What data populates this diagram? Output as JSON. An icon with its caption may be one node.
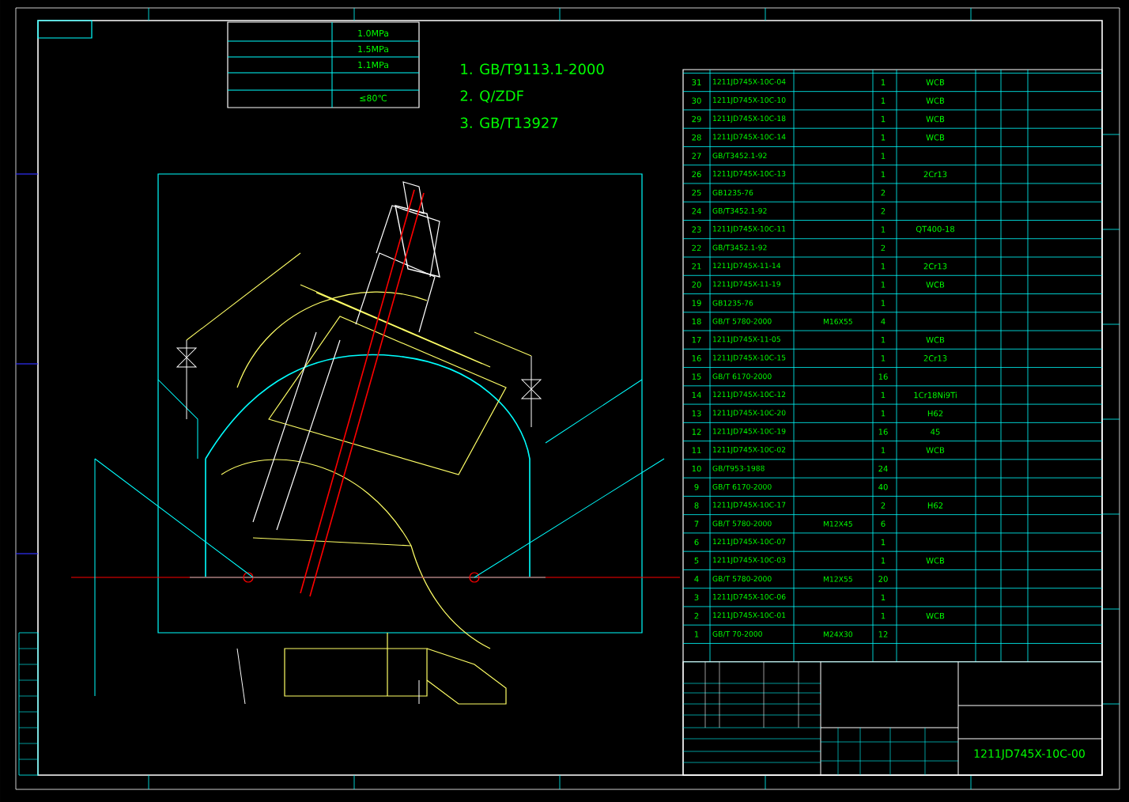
{
  "diagram": {
    "labels": [
      "1.0MPa",
      "1.5MPa",
      "1.1MPa",
      "≤80℃",
      "1. GB/T9113.1-2000",
      "2. Q/ZDF",
      "3. GB/T13927",
      "31",
      "1211JD745X-10C-04",
      "1",
      "WCB",
      "30",
      "1211JD745X-10C-10",
      "1",
      "WCB",
      "29",
      "1211JD745X-10C-18",
      "1",
      "WCB",
      "28",
      "1211JD745X-10C-14",
      "1",
      "WCB",
      "27",
      "GB/T3452.1-92",
      "1",
      "26",
      "1211JD745X-10C-13",
      "1",
      "2Cr13",
      "25",
      "GB1235-76",
      "2",
      "24",
      "GB/T3452.1-92",
      "2",
      "23",
      "1211JD745X-10C-11",
      "1",
      "QT400-18",
      "22",
      "GB/T3452.1-92",
      "2",
      "21",
      "1211JD745X-11-14",
      "1",
      "2Cr13",
      "20",
      "1211JD745X-11-19",
      "1",
      "WCB",
      "19",
      "GB1235-76",
      "1",
      "18",
      "GB/T 5780-2000",
      "M16X55",
      "4",
      "17",
      "1211JD745X-11-05",
      "1",
      "WCB",
      "16",
      "1211JD745X-10C-15",
      "1",
      "2Cr13",
      "15",
      "GB/T 6170-2000",
      "16",
      "14",
      "1211JD745X-10C-12",
      "1",
      "1Cr18Ni9Ti",
      "13",
      "1211JD745X-10C-20",
      "1",
      "H62",
      "12",
      "1211JD745X-10C-19",
      "16",
      "45",
      "11",
      "1211JD745X-10C-02",
      "1",
      "WCB",
      "10",
      "GB/T953-1988",
      "24",
      "9",
      "GB/T 6170-2000",
      "40",
      "8",
      "1211JD745X-10C-17",
      "2",
      "H62",
      "7",
      "GB/T 5780-2000",
      "M12X45",
      "6",
      "6",
      "1211JD745X-10C-07",
      "1",
      "5",
      "1211JD745X-10C-03",
      "1",
      "WCB",
      "4",
      "GB/T 5780-2000",
      "M12X55",
      "20",
      "3",
      "1211JD745X-10C-06",
      "1",
      "2",
      "1211JD745X-10C-01",
      "1",
      "WCB",
      "1",
      "GB/T 70-2000",
      "M24X30",
      "12",
      "1211JD745X-10C-00"
    ]
  }
}
